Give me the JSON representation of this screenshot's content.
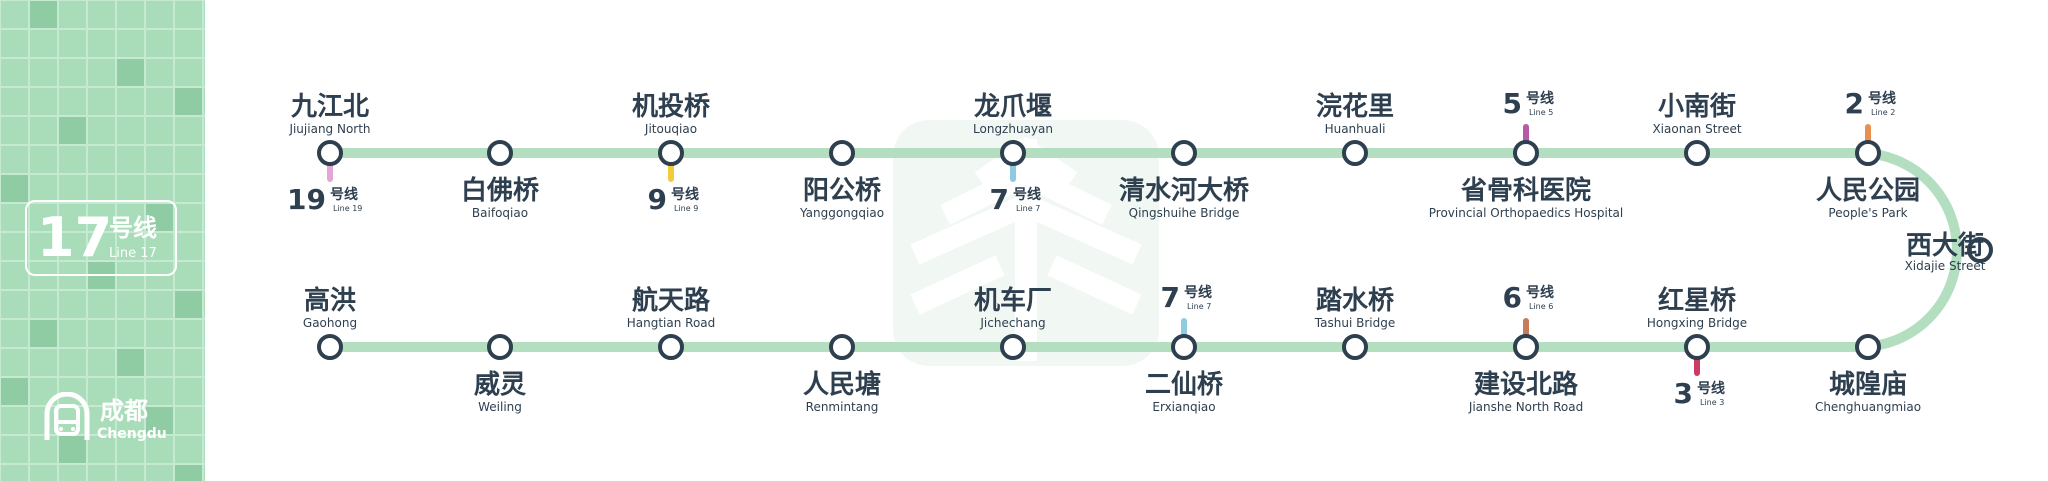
{
  "line": {
    "number": "17",
    "name_cn": "号线",
    "name_en": "Line 17",
    "color": "#a9dcb9"
  },
  "city": {
    "name_cn": "成都",
    "name_en": "Chengdu"
  },
  "stations": [
    {
      "cn": "九江北",
      "en": "Jiujiang North",
      "transfer": {
        "num": "19",
        "cn": "号线",
        "en": "Line 19",
        "color": "#e3a7d7"
      }
    },
    {
      "cn": "白佛桥",
      "en": "Baifoqiao"
    },
    {
      "cn": "机投桥",
      "en": "Jitouqiao",
      "transfer": {
        "num": "9",
        "cn": "号线",
        "en": "Line 9",
        "color": "#f4cb3c"
      }
    },
    {
      "cn": "阳公桥",
      "en": "Yanggongqiao"
    },
    {
      "cn": "龙爪堰",
      "en": "Longzhuayan",
      "transfer": {
        "num": "7",
        "cn": "号线",
        "en": "Line 7",
        "color": "#8fcbe0"
      }
    },
    {
      "cn": "清水河大桥",
      "en": "Qingshuihe Bridge"
    },
    {
      "cn": "浣花里",
      "en": "Huanhuali"
    },
    {
      "cn": "省骨科医院",
      "en": "Provincial Orthopaedics Hospital",
      "transfer": {
        "num": "5",
        "cn": "号线",
        "en": "Line 5",
        "color": "#b55aa8"
      }
    },
    {
      "cn": "小南街",
      "en": "Xiaonan Street"
    },
    {
      "cn": "人民公园",
      "en": "People's Park",
      "transfer": {
        "num": "2",
        "cn": "号线",
        "en": "Line 2",
        "color": "#e8914f"
      }
    },
    {
      "cn": "西大街",
      "en": "Xidajie Street"
    },
    {
      "cn": "城隍庙",
      "en": "Chenghuangmiao"
    },
    {
      "cn": "红星桥",
      "en": "Hongxing Bridge",
      "transfer": {
        "num": "3",
        "cn": "号线",
        "en": "Line 3",
        "color": "#cc3b63"
      }
    },
    {
      "cn": "建设北路",
      "en": "Jianshe North Road",
      "transfer": {
        "num": "6",
        "cn": "号线",
        "en": "Line 6",
        "color": "#c97b59"
      }
    },
    {
      "cn": "踏水桥",
      "en": "Tashui Bridge"
    },
    {
      "cn": "二仙桥",
      "en": "Erxianqiao",
      "transfer": {
        "num": "7",
        "cn": "号线",
        "en": "Line 7",
        "color": "#8fcbe0"
      }
    },
    {
      "cn": "机车厂",
      "en": "Jichechang"
    },
    {
      "cn": "人民塘",
      "en": "Renmintang"
    },
    {
      "cn": "航天路",
      "en": "Hangtian Road"
    },
    {
      "cn": "威灵",
      "en": "Weiling"
    },
    {
      "cn": "高洪",
      "en": "Gaohong"
    }
  ]
}
